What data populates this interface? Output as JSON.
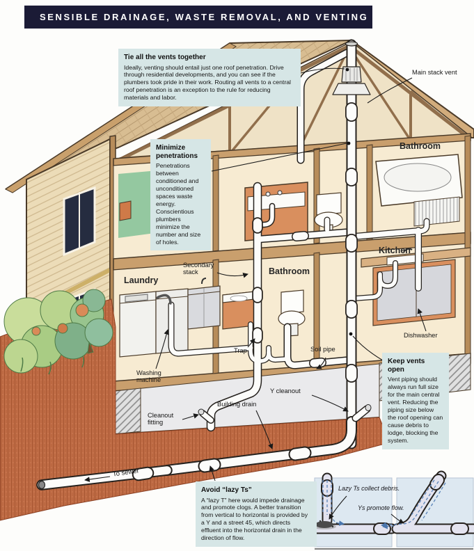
{
  "page": {
    "title_bar": "SENSIBLE DRAINAGE, WASTE REMOVAL, AND VENTING"
  },
  "callouts": {
    "tie_vents": {
      "title": "Tie all the vents together",
      "body": "Ideally, venting should entail just one roof penetration. Drive through residential developments, and you can see if the plumbers took pride in their work. Routing all vents to a central roof penetration is an exception to the rule for reducing materials and labor."
    },
    "minimize": {
      "title": "Minimize penetrations",
      "body": "Penetrations between conditioned and unconditioned spaces waste energy. Conscientious plumbers minimize the number and size of holes."
    },
    "keep_vents": {
      "title": "Keep vents open",
      "body": "Vent piping should always run full size for the main central vent. Reducing the piping size below the roof opening can cause debris to lodge, blocking the system."
    },
    "lazy_ts": {
      "title": "Avoid “lazy Ts”",
      "body": "A “lazy T” here would impede drainage and promote clogs. A better transition from vertical to horizontal is provided by a Y and a street 45, which directs effluent into the horizontal drain in the direction of flow."
    }
  },
  "labels": {
    "main_stack_vent": "Main stack vent",
    "bathroom_upper": "Bathroom",
    "kitchen": "Kitchen",
    "bathroom_main": "Bathroom",
    "laundry": "Laundry",
    "secondary_stack": "Secondary stack",
    "trap": "Trap",
    "soil_pipe": "Soil pipe",
    "washing_machine": "Washing machine",
    "y_cleanout": "Y cleanout",
    "building_drain": "Building drain",
    "cleanout_fitting": "Cleanout fitting",
    "dishwasher": "Dishwasher",
    "to_sewer": "To sewer",
    "lazy_ts_caption": "Lazy Ts collect debris.",
    "ys_caption": "Ys promote flow."
  },
  "colors": {
    "title_bar_bg": "#1b1b36",
    "callout_bg": "#d6e6e6",
    "inset_bg": "#dde8f1",
    "flow_arrow": "#4a76ad",
    "soil": "#c4714a",
    "roof_shingle": "#d8bd92",
    "wood_trim": "#b78c5a"
  }
}
